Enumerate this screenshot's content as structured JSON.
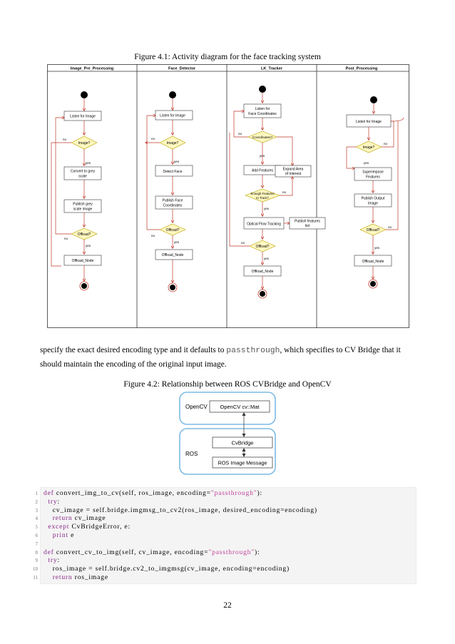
{
  "figure1": {
    "caption": "Figure 4.1: Activity diagram for the face tracking system",
    "lanes": [
      "Image_Pre_Processing",
      "Face_Detector",
      "LK_Tracker",
      "Post_Processing"
    ],
    "pre": {
      "listen": "Listen for Image",
      "image_q": "Image?",
      "no": "no",
      "yes": "yes",
      "convert1": "Convert to grey",
      "convert2": "scale",
      "publish1": "Publish grey",
      "publish2": "scale image",
      "offload_q": "Offload?",
      "offload_node": "Offload_Node"
    },
    "face": {
      "listen": "Listen for Image",
      "image_q": "Image?",
      "no": "no",
      "yes": "yes",
      "detect": "Detect Face",
      "publish1": "Publish Face",
      "publish2": "Coordinates",
      "offload_q": "Offload?",
      "offload_node": "Offload_Node"
    },
    "lk": {
      "listen1": "Listen for",
      "listen2": "Face Coordinates",
      "coord_q": "Coordinates?",
      "no": "no",
      "yes": "yes",
      "add": "Add Features",
      "expand1": "Expand Area",
      "expand2": "of Interest",
      "enough1": "Enough Features",
      "enough2": "to Track?",
      "optical": "Optical Flow Tracking",
      "publish1": "Publish features",
      "publish2": "list",
      "offload_q": "Offload?",
      "offload_node": "Offload_Node"
    },
    "post": {
      "listen": "Listen for Image",
      "image_q": "Image?",
      "no": "no",
      "yes": "yes",
      "super1": "Superimpose",
      "super2": "Features",
      "publish1": "Publish Output",
      "publish2": "Image",
      "offload_q": "Offload?",
      "offload_node": "Offload_Node"
    }
  },
  "paragraph": {
    "line1_a": "specify the exact desired encoding type and it defaults to ",
    "line1_code": "passthrough",
    "line1_b": ", which specifies to CV Bridge that it",
    "line2": "should maintain the encoding of the original input image."
  },
  "figure2": {
    "caption": "Figure 4.2: Relationship between ROS CVBridge and OpenCV",
    "opencv_label": "OpenCV",
    "mat_label": "OpenCV cv::Mat",
    "ros_label": "ROS",
    "cvbridge_label": "CvBridge",
    "rosimg_label": "ROS Image Message"
  },
  "code": {
    "lines": [
      {
        "n": "1",
        "parts": [
          {
            "k": "kw",
            "t": "def"
          },
          {
            "k": "",
            "t": " convert_img_to_cv(self, ros_image, encoding="
          },
          {
            "k": "str",
            "t": "\"passthrough\""
          },
          {
            "k": "",
            "t": "):"
          }
        ]
      },
      {
        "n": "2",
        "parts": [
          {
            "k": "",
            "t": "  "
          },
          {
            "k": "kw",
            "t": "try"
          },
          {
            "k": "",
            "t": ":"
          }
        ]
      },
      {
        "n": "3",
        "parts": [
          {
            "k": "",
            "t": "    cv_image = self.bridge.imgmsg_to_cv2(ros_image, desired_encoding=encoding)"
          }
        ]
      },
      {
        "n": "4",
        "parts": [
          {
            "k": "",
            "t": "    "
          },
          {
            "k": "kw",
            "t": "return"
          },
          {
            "k": "",
            "t": " cv_image"
          }
        ]
      },
      {
        "n": "5",
        "parts": [
          {
            "k": "",
            "t": "  "
          },
          {
            "k": "kw",
            "t": "except"
          },
          {
            "k": "",
            "t": " CvBridgeError, e:"
          }
        ]
      },
      {
        "n": "6",
        "parts": [
          {
            "k": "",
            "t": "    "
          },
          {
            "k": "kw",
            "t": "print"
          },
          {
            "k": "",
            "t": " e"
          }
        ]
      },
      {
        "n": "7",
        "parts": []
      },
      {
        "n": "8",
        "parts": [
          {
            "k": "kw",
            "t": "def"
          },
          {
            "k": "",
            "t": " convert_cv_to_img(self, cv_image, encoding="
          },
          {
            "k": "str",
            "t": "\"passthrough\""
          },
          {
            "k": "",
            "t": "):"
          }
        ]
      },
      {
        "n": "9",
        "parts": [
          {
            "k": "",
            "t": "  "
          },
          {
            "k": "kw",
            "t": "try"
          },
          {
            "k": "",
            "t": ":"
          }
        ]
      },
      {
        "n": "10",
        "parts": [
          {
            "k": "",
            "t": "    ros_image = self.bridge.cv2_to_imgmsg(cv_image, encoding=encoding)"
          }
        ]
      },
      {
        "n": "11",
        "parts": [
          {
            "k": "",
            "t": "    "
          },
          {
            "k": "kw",
            "t": "return"
          },
          {
            "k": "",
            "t": " ros_image"
          }
        ]
      }
    ]
  },
  "page_number": "22"
}
